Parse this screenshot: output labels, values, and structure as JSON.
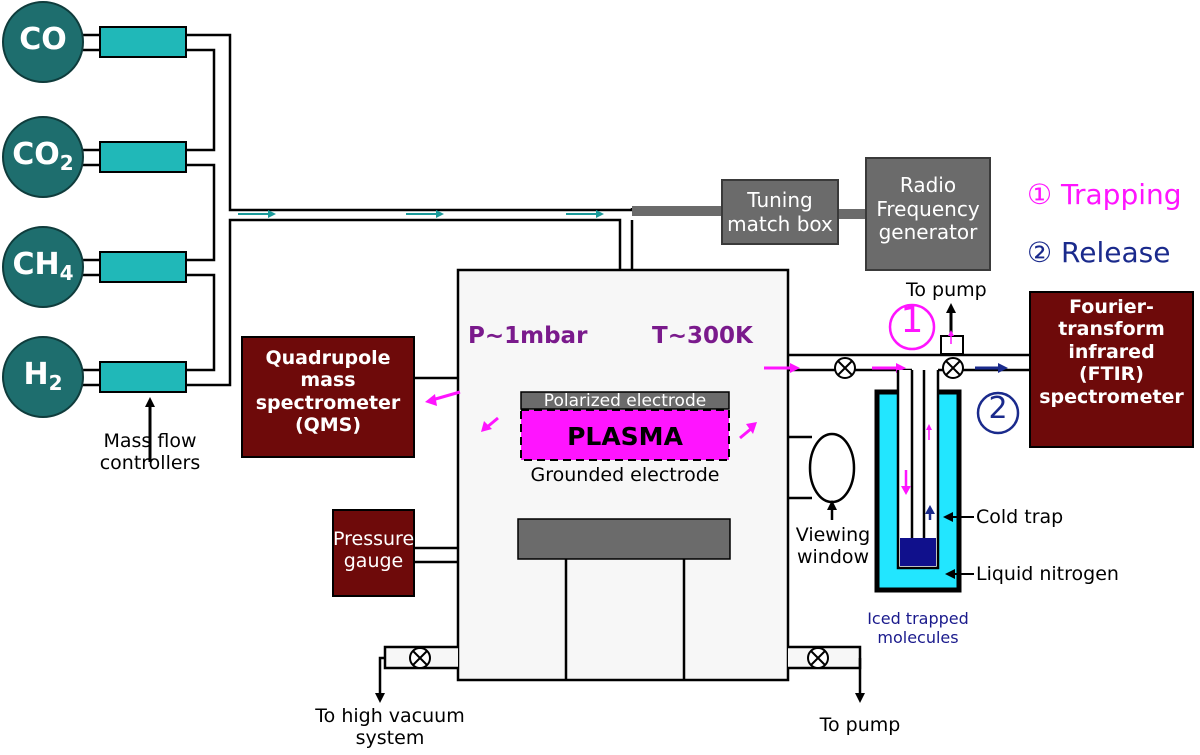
{
  "gases": [
    {
      "symbol": "CO",
      "subscript": ""
    },
    {
      "symbol": "CO",
      "subscript": "2"
    },
    {
      "symbol": "CH",
      "subscript": "4"
    },
    {
      "symbol": "H",
      "subscript": "2"
    }
  ],
  "labels": {
    "mass_flow": "Mass flow\ncontrollers",
    "tuning_box": "Tuning\nmatch box",
    "rf_generator": "Radio\nFrequency\ngenerator",
    "trapping_num": "①",
    "trapping": "Trapping",
    "release_num": "②",
    "release": "Release",
    "to_pump_top": "To pump",
    "ftir": "Fourier-\ntransform\ninfrared\n(FTIR)\nspectrometer",
    "qms": "Quadrupole\nmass\nspectrometer\n(QMS)",
    "pressure": "P~1mbar",
    "temperature": "T~300K",
    "polarized": "Polarized electrode",
    "plasma": "PLASMA",
    "grounded": "Grounded electrode",
    "pressure_gauge": "Pressure\ngauge",
    "viewing_window": "Viewing\nwindow",
    "cold_trap": "Cold trap",
    "liquid_nitrogen": "Liquid nitrogen",
    "iced_molecules": "Iced trapped\nmolecules",
    "step1_marker": "1",
    "step2_marker": "2",
    "to_high_vacuum": "To high vacuum\nsystem",
    "to_pump_bottom": "To pump"
  },
  "colors": {
    "gas_circle": "#1e6e6e",
    "mfc": "#20b8b8",
    "gray_box": "#6b6b6b",
    "maroon": "#6e0a0a",
    "chamber": "#f7f7f7",
    "plasma": "#ff14ff",
    "dewar": "#22e6ff",
    "ice": "#10108c",
    "trapping": "#ff14ff",
    "release": "#1a2a8c",
    "flow_arrow": "#1a9a9a"
  },
  "icons": [
    "valve-icon",
    "arrow-icon",
    "flow-arrow-icon"
  ]
}
